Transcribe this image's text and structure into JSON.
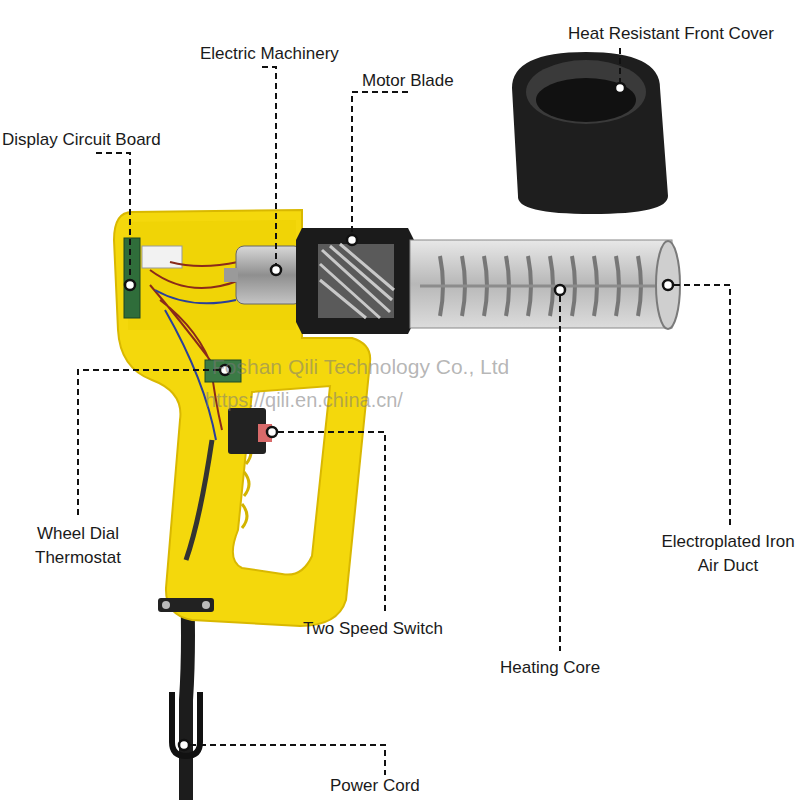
{
  "diagram": {
    "labels": [
      "Display Circuit Board",
      "Electric Machinery",
      "Motor Blade",
      "Heat Resistant Front Cover",
      "Wheel Dial Thermostat",
      "Two Speed Switch",
      "Heating Core",
      "Electroplated Iron Air Duct",
      "Power Cord",
      "Foshan Qili Technology Co., Ltd",
      "https://qili.en.china.cn/"
    ]
  }
}
